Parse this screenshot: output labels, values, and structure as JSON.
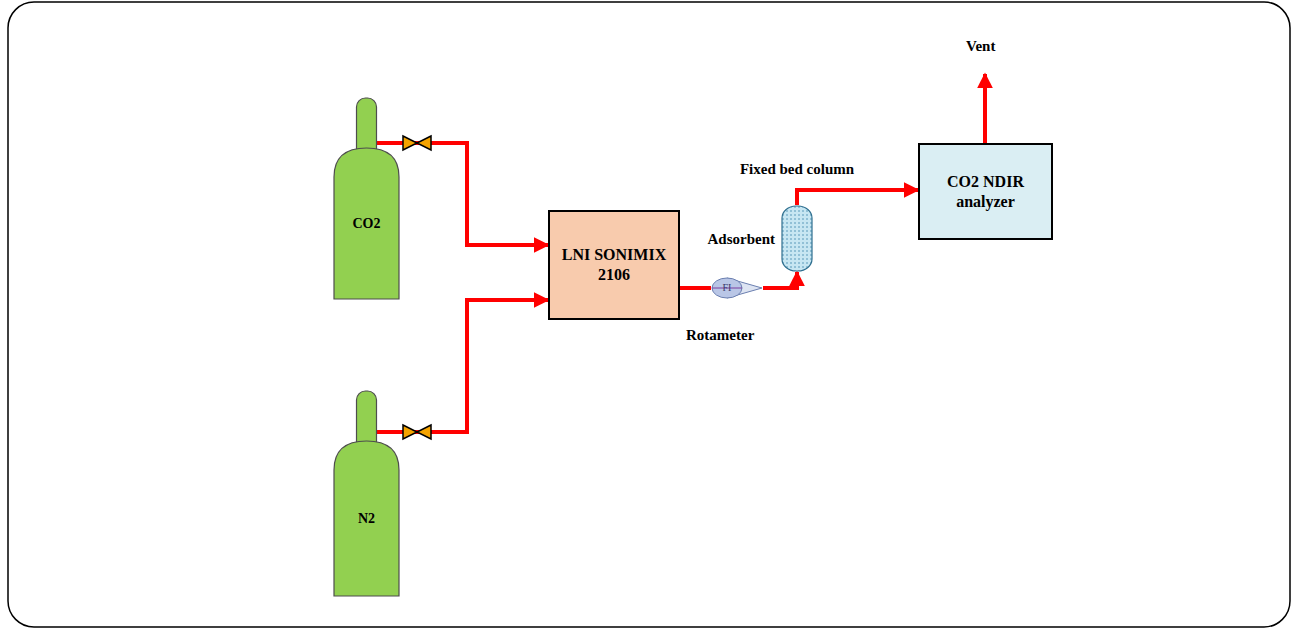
{
  "diagram": {
    "nodes": [
      {
        "text": [
          "CO2"
        ]
      },
      {
        "text": [
          "N2"
        ]
      },
      {
        "text": [
          "LNI SONIMIX 2106"
        ]
      },
      {
        "text": [
          "FI",
          "Rotameter"
        ]
      },
      {
        "text": [
          "Fixed bed column"
        ]
      },
      {
        "text": [
          "CO2 NDIR analyzer"
        ]
      }
    ],
    "edges": [
      {
        "from": 0,
        "to": 2,
        "arrow": "to"
      },
      {
        "from": 1,
        "to": 2,
        "arrow": "to"
      },
      {
        "from": 2,
        "to": 3,
        "arrow": "none"
      },
      {
        "from": 3,
        "to": 4,
        "arrow": "to"
      },
      {
        "from": 4,
        "to": 5,
        "arrow": "to"
      }
    ],
    "labels": [
      "Adsorbent",
      "Vent"
    ]
  }
}
